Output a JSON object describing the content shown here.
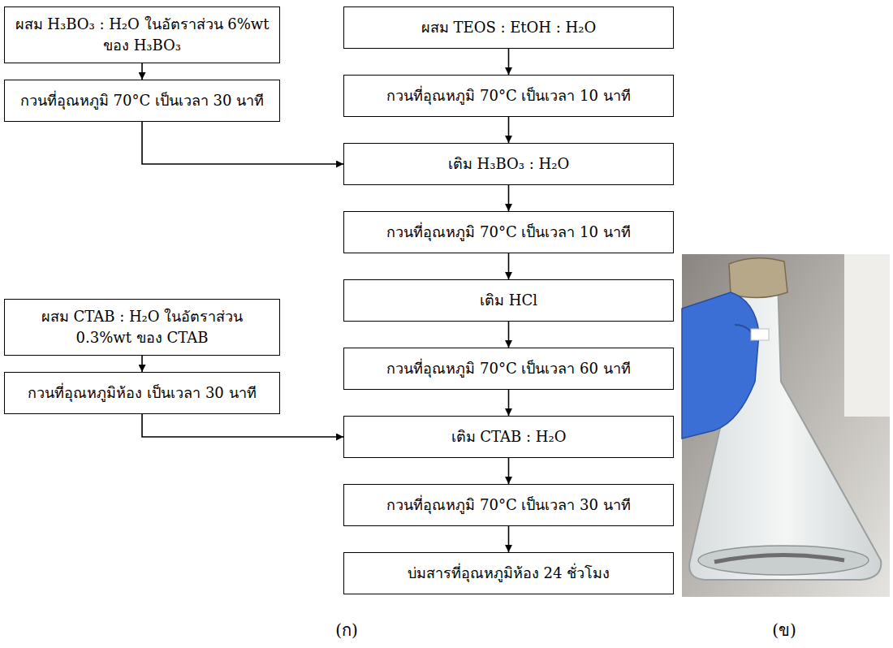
{
  "diagram": {
    "nodes": [
      {
        "text": [
          "ผสม H₃BO₃ : H₂O ในอัตราส่วน 6%wt ของ H₃BO₃"
        ]
      },
      {
        "text": [
          "กวนที่อุณหภูมิ 70°C เป็นเวลา 30 นาที"
        ]
      },
      {
        "text": [
          "ผสม TEOS : EtOH : H₂O"
        ]
      },
      {
        "text": [
          "กวนที่อุณหภูมิ 70°C เป็นเวลา 10 นาที"
        ]
      },
      {
        "text": [
          "เติม H₃BO₃ : H₂O"
        ]
      },
      {
        "text": [
          "กวนที่อุณหภูมิ 70°C เป็นเวลา 10 นาที"
        ]
      },
      {
        "text": [
          "ผสม CTAB : H₂O ในอัตราส่วน 0.3%wt ของ CTAB"
        ]
      },
      {
        "text": [
          "กวนที่อุณหภูมิห้อง เป็นเวลา 30 นาที"
        ]
      },
      {
        "text": [
          "เติม HCl"
        ]
      },
      {
        "text": [
          "กวนที่อุณหภูมิ 70°C เป็นเวลา 60 นาที"
        ]
      },
      {
        "text": [
          "เติม CTAB : H₂O"
        ]
      },
      {
        "text": [
          "กวนที่อุณหภูมิ 70°C เป็นเวลา 30 นาที"
        ]
      },
      {
        "text": [
          "บ่มสารที่อุณหภูมิห้อง 24 ชั่วโมง"
        ]
      }
    ],
    "edges": [
      {
        "from": 0,
        "to": 1,
        "arrow": "to"
      },
      {
        "from": 1,
        "to": 4,
        "arrow": "to"
      },
      {
        "from": 2,
        "to": 3,
        "arrow": "to"
      },
      {
        "from": 3,
        "to": 4,
        "arrow": "to"
      },
      {
        "from": 4,
        "to": 5,
        "arrow": "to"
      },
      {
        "from": 5,
        "to": 8,
        "arrow": "to"
      },
      {
        "from": 8,
        "to": 9,
        "arrow": "to"
      },
      {
        "from": 9,
        "to": 10,
        "arrow": "to"
      },
      {
        "from": 6,
        "to": 7,
        "arrow": "to"
      },
      {
        "from": 7,
        "to": 10,
        "arrow": "to"
      },
      {
        "from": 10,
        "to": 11,
        "arrow": "to"
      },
      {
        "from": 11,
        "to": 12,
        "arrow": "to"
      }
    ],
    "labels": [
      "(ก)",
      "(ข)"
    ]
  }
}
